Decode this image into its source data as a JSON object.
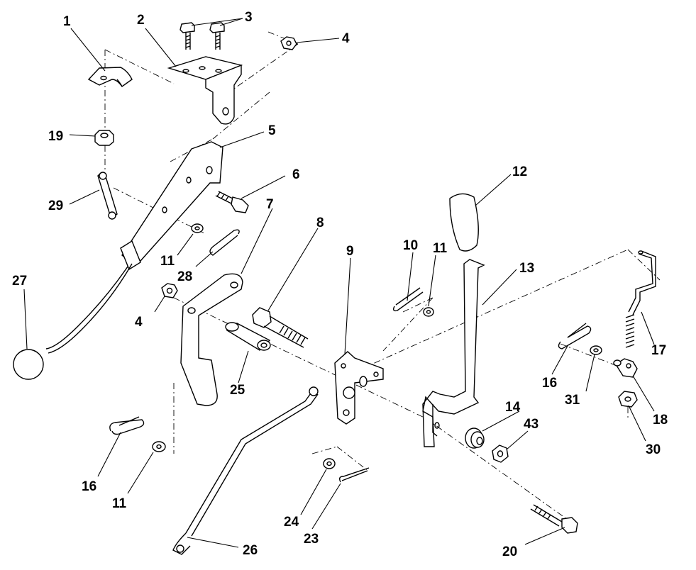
{
  "callouts": [
    {
      "id": "c1",
      "label": "1"
    },
    {
      "id": "c2",
      "label": "2"
    },
    {
      "id": "c3",
      "label": "3"
    },
    {
      "id": "c4a",
      "label": "4"
    },
    {
      "id": "c4b",
      "label": "4"
    },
    {
      "id": "c5",
      "label": "5"
    },
    {
      "id": "c6",
      "label": "6"
    },
    {
      "id": "c7",
      "label": "7"
    },
    {
      "id": "c8",
      "label": "8"
    },
    {
      "id": "c9",
      "label": "9"
    },
    {
      "id": "c10",
      "label": "10"
    },
    {
      "id": "c11a",
      "label": "11"
    },
    {
      "id": "c11b",
      "label": "11"
    },
    {
      "id": "c11c",
      "label": "11"
    },
    {
      "id": "c12",
      "label": "12"
    },
    {
      "id": "c13",
      "label": "13"
    },
    {
      "id": "c14",
      "label": "14"
    },
    {
      "id": "c16a",
      "label": "16"
    },
    {
      "id": "c16b",
      "label": "16"
    },
    {
      "id": "c17",
      "label": "17"
    },
    {
      "id": "c18",
      "label": "18"
    },
    {
      "id": "c19",
      "label": "19"
    },
    {
      "id": "c20",
      "label": "20"
    },
    {
      "id": "c23",
      "label": "23"
    },
    {
      "id": "c24",
      "label": "24"
    },
    {
      "id": "c25",
      "label": "25"
    },
    {
      "id": "c26",
      "label": "26"
    },
    {
      "id": "c27",
      "label": "27"
    },
    {
      "id": "c28",
      "label": "28"
    },
    {
      "id": "c29",
      "label": "29"
    },
    {
      "id": "c30",
      "label": "30"
    },
    {
      "id": "c31",
      "label": "31"
    },
    {
      "id": "c43",
      "label": "43"
    }
  ]
}
